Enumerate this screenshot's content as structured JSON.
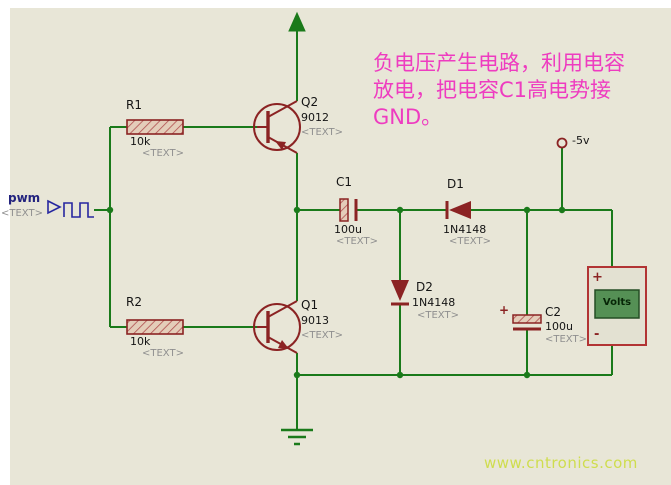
{
  "panel": {
    "background": "#e8e6d7",
    "wire_color": "#1a7a1a",
    "component_color": "#8b2323"
  },
  "annotation": {
    "color": "#ee3cc0",
    "lines": [
      "负电压产生电路，利用电容",
      "放电，把电容C1高电势接",
      "GND。"
    ]
  },
  "source": {
    "label": "pwm",
    "text": "<TEXT>"
  },
  "power": {
    "terminal_label": "-5v"
  },
  "components": {
    "r1": {
      "ref": "R1",
      "value": "10k",
      "text": "<TEXT>"
    },
    "r2": {
      "ref": "R2",
      "value": "10k",
      "text": "<TEXT>"
    },
    "q2": {
      "ref": "Q2",
      "value": "9012",
      "text": "<TEXT>"
    },
    "q1": {
      "ref": "Q1",
      "value": "9013",
      "text": "<TEXT>"
    },
    "c1": {
      "ref": "C1",
      "value": "100u",
      "text": "<TEXT>"
    },
    "d1": {
      "ref": "D1",
      "value": "1N4148",
      "text": "<TEXT>"
    },
    "d2": {
      "ref": "D2",
      "value": "1N4148",
      "text": "<TEXT>"
    },
    "c2": {
      "ref": "C2",
      "value": "100u",
      "text": "<TEXT>",
      "polarity": "+"
    }
  },
  "meter": {
    "display_label": "Volts",
    "plus": "+",
    "minus": "-"
  },
  "watermark": {
    "text": "www.cntronics.com",
    "color": "#cfdd4e"
  }
}
